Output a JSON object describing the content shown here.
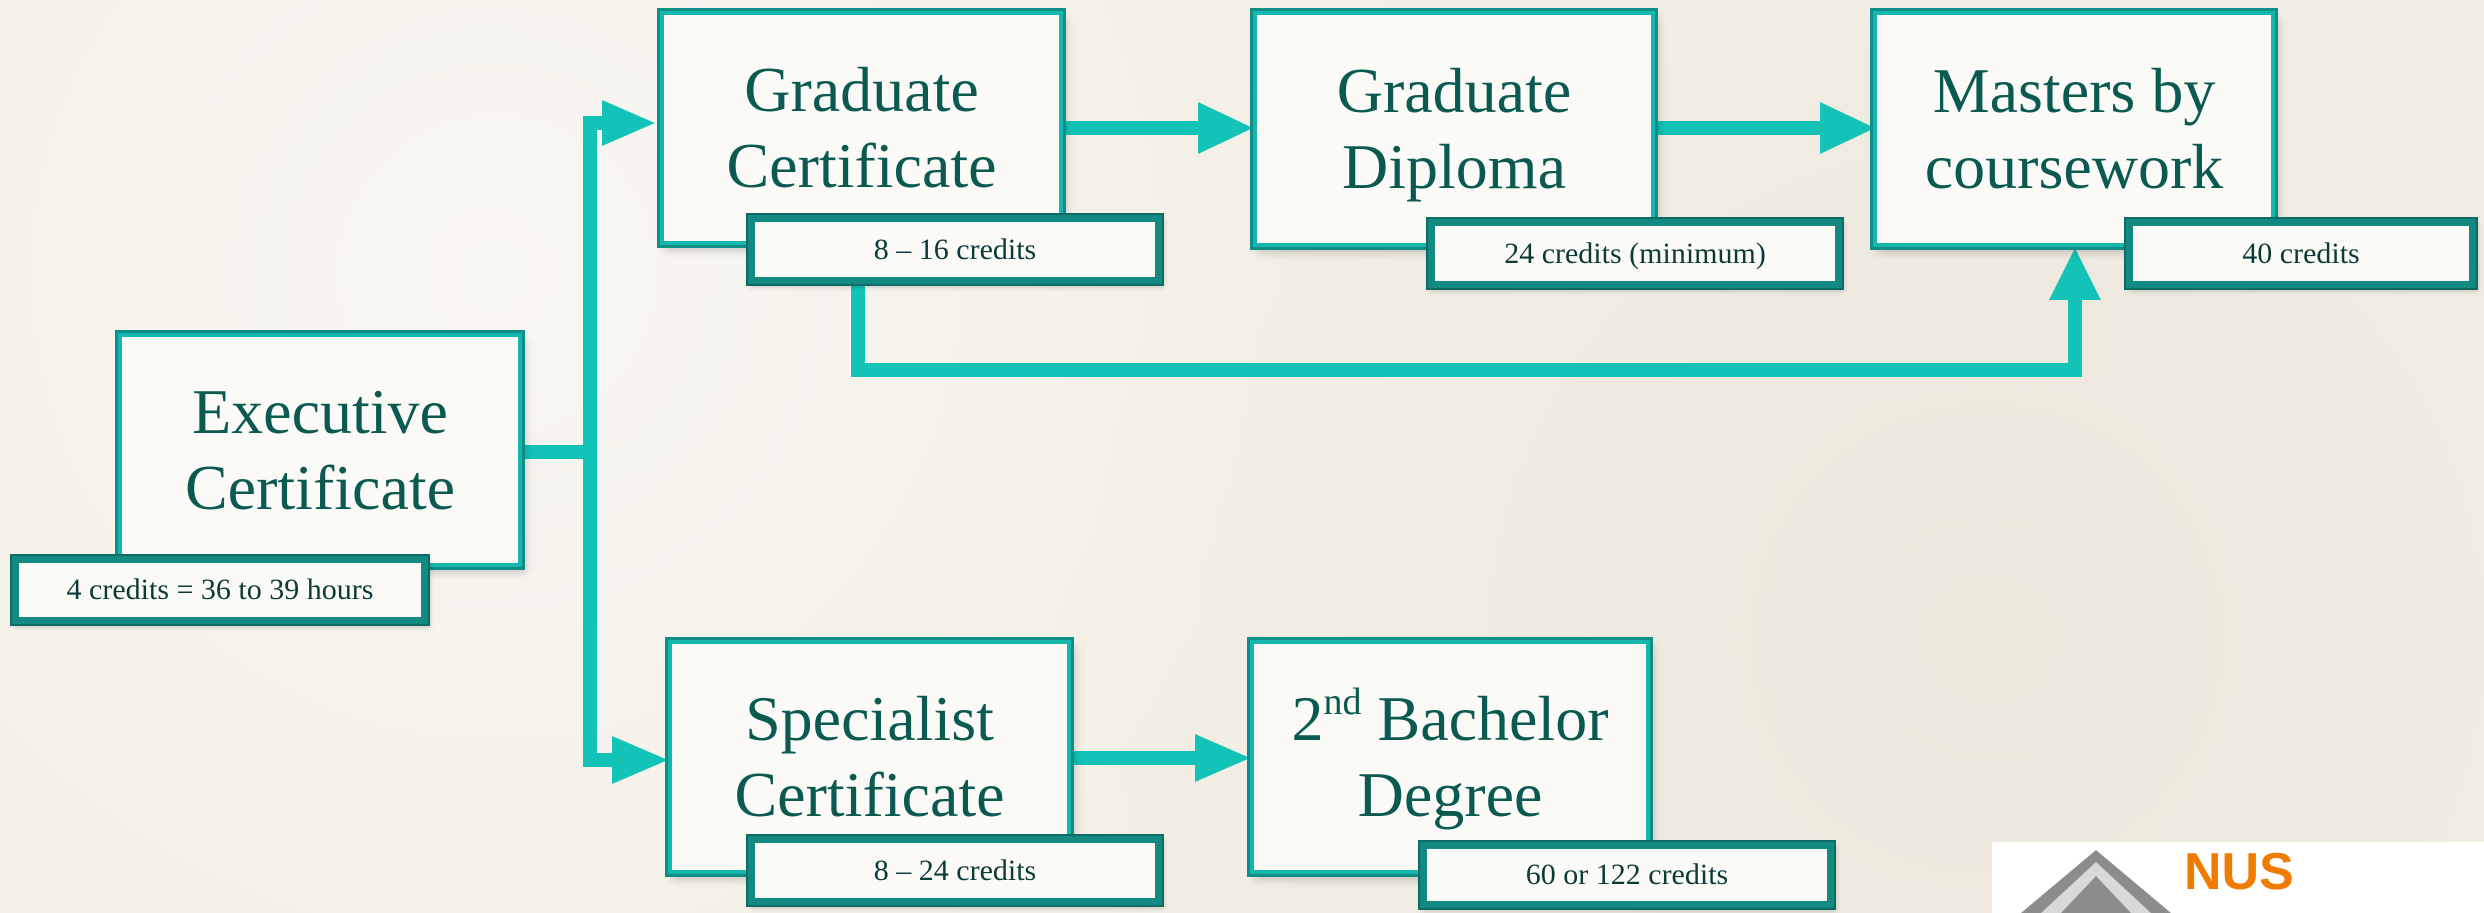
{
  "nodes": {
    "executive": {
      "title": "Executive\nCertificate",
      "credits": "4 credits = 36 to 39 hours"
    },
    "graduate_certificate": {
      "title": "Graduate\nCertificate",
      "credits": "8 – 16 credits"
    },
    "graduate_diploma": {
      "title": "Graduate\nDiploma",
      "credits": "24 credits (minimum)"
    },
    "masters": {
      "title": "Masters by\ncoursework",
      "credits": "40 credits"
    },
    "specialist": {
      "title": "Specialist\nCertificate",
      "credits": "8 – 24 credits"
    },
    "bachelor": {
      "title_prefix": "2",
      "title_sup": "nd",
      "title_line1_rest": " Bachelor",
      "title_line2": "Degree",
      "credits": "60 or 122 credits"
    }
  },
  "logo": {
    "text": "NUS",
    "icon": "nus-logo-icon"
  },
  "colors": {
    "accent": "#14b7ae",
    "dark_accent": "#128a82",
    "text": "#0b5a52",
    "logo_orange": "#ef7c00"
  }
}
